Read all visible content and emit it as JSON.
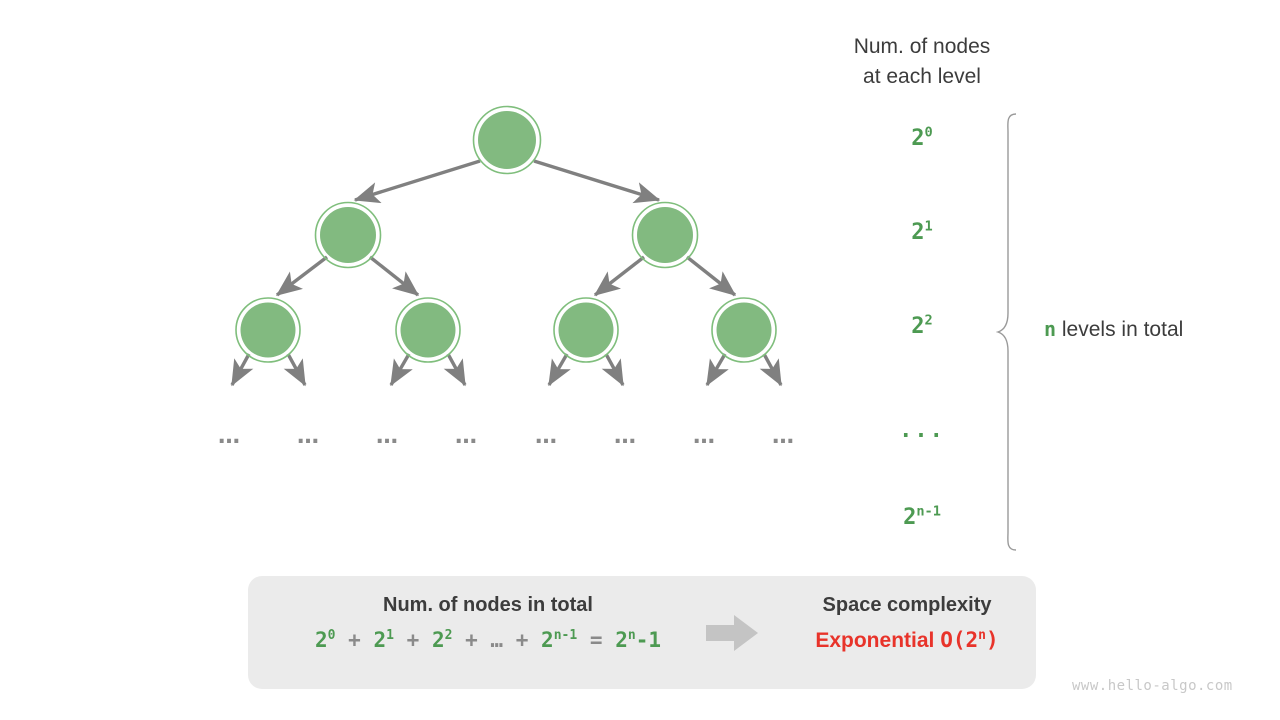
{
  "colors": {
    "node_fill": "#82ba80",
    "node_ring": "#7fbe7c",
    "edge_gray": "#808080",
    "accent_green": "#4d9a52",
    "accent_red": "#e8332a",
    "box_bg": "#ebebeb",
    "text_dark": "#3c3c3c",
    "dots_gray": "#8a8a8a",
    "watermark": "#c8c8c8"
  },
  "right_column": {
    "header": "Num. of nodes\nat each level",
    "level_labels": [
      {
        "base": "2",
        "exp": "0"
      },
      {
        "base": "2",
        "exp": "1"
      },
      {
        "base": "2",
        "exp": "2"
      },
      {
        "base": "...",
        "exp": ""
      },
      {
        "base": "2",
        "exp": "n-1"
      }
    ],
    "total_var": "n",
    "total_text": "levels in total"
  },
  "tree": {
    "levels": [
      {
        "count": 1,
        "nodes_label": "2^0"
      },
      {
        "count": 2,
        "nodes_label": "2^1"
      },
      {
        "count": 4,
        "nodes_label": "2^2"
      }
    ],
    "ellipsis_row": [
      "...",
      "...",
      "...",
      "...",
      "...",
      "...",
      "...",
      "..."
    ]
  },
  "summary": {
    "left_title": "Num. of nodes in total",
    "formula": {
      "terms": [
        {
          "type": "term",
          "base": "2",
          "exp": "0"
        },
        {
          "type": "op",
          "text": "+"
        },
        {
          "type": "term",
          "base": "2",
          "exp": "1"
        },
        {
          "type": "op",
          "text": "+"
        },
        {
          "type": "term",
          "base": "2",
          "exp": "2"
        },
        {
          "type": "op",
          "text": "+"
        },
        {
          "type": "op",
          "text": "…"
        },
        {
          "type": "op",
          "text": "+"
        },
        {
          "type": "term",
          "base": "2",
          "exp": "n-1"
        },
        {
          "type": "op",
          "text": "="
        },
        {
          "type": "term",
          "base": "2",
          "exp": "n",
          "suffix": "-1"
        }
      ]
    },
    "right_title": "Space complexity",
    "complexity_word": "Exponential",
    "complexity_big_o": {
      "prefix": "O(2",
      "exp": "n",
      "suffix": ")"
    },
    "arrow_icon": "right-arrow-icon"
  },
  "watermark": "www.hello-algo.com"
}
